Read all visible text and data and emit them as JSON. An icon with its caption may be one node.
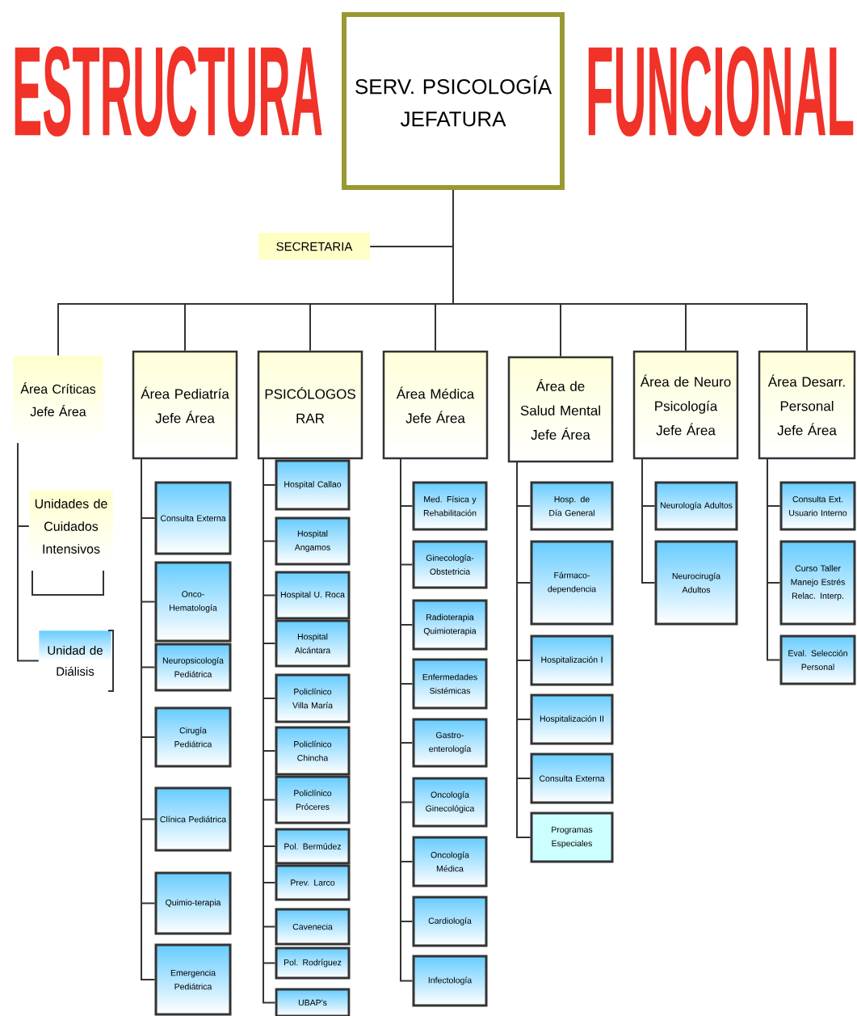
{
  "diagram": {
    "nodes": [
      {
        "text": [
          "SERV. PSICOLOGÍA JEFATURA"
        ]
      },
      {
        "text": [
          "SECRETARIA"
        ]
      },
      {
        "text": [
          "Área Críticas Jefe Área"
        ]
      },
      {
        "text": [
          "Área Pediatría Jefe Área"
        ]
      },
      {
        "text": [
          "PSICÓLOGOS RAR"
        ]
      },
      {
        "text": [
          "Área Médica Jefe Área"
        ]
      },
      {
        "text": [
          "Área de Salud Mental Jefe Área"
        ]
      },
      {
        "text": [
          "Área de Neuro Psicología Jefe Área"
        ]
      },
      {
        "text": [
          "Área Desarr. Personal Jefe Área"
        ]
      },
      {
        "text": [
          "Unidades de Cuidados Intensivos"
        ]
      },
      {
        "text": [
          "Unidad de Diálisis"
        ]
      },
      {
        "text": [
          "Consulta Externa"
        ]
      },
      {
        "text": [
          "Onco-Hematología"
        ]
      },
      {
        "text": [
          "Neuropsicología Pediátrica"
        ]
      },
      {
        "text": [
          "Cirugía Pediátrica"
        ]
      },
      {
        "text": [
          "Clínica Pediátrica"
        ]
      },
      {
        "text": [
          "Quimio-terapia"
        ]
      },
      {
        "text": [
          "Emergencia Pediátrica"
        ]
      },
      {
        "text": [
          "Hospital Callao"
        ]
      },
      {
        "text": [
          "Hospital Angamos"
        ]
      },
      {
        "text": [
          "Hospital U. Roca"
        ]
      },
      {
        "text": [
          "Hospital Alcántara"
        ]
      },
      {
        "text": [
          "Policlínico Villa María"
        ]
      },
      {
        "text": [
          "Policlínico Chincha"
        ]
      },
      {
        "text": [
          "Policlínico Próceres"
        ]
      },
      {
        "text": [
          "Pol. Bermúdez"
        ]
      },
      {
        "text": [
          "Prev. Larco"
        ]
      },
      {
        "text": [
          "Cavenecia"
        ]
      },
      {
        "text": [
          "Pol. Rodríguez"
        ]
      },
      {
        "text": [
          "UBAP's"
        ]
      },
      {
        "text": [
          "Med. Física y Rehabilitación"
        ]
      },
      {
        "text": [
          "Ginecología-Obstetricia"
        ]
      },
      {
        "text": [
          "Radioterapia Quimioterapia"
        ]
      },
      {
        "text": [
          "Enfermedades Sistémicas"
        ]
      },
      {
        "text": [
          "Gastro-enterología"
        ]
      },
      {
        "text": [
          "Oncología Ginecológica"
        ]
      },
      {
        "text": [
          "Oncología Médica"
        ]
      },
      {
        "text": [
          "Cardiología"
        ]
      },
      {
        "text": [
          "Infectología"
        ]
      },
      {
        "text": [
          "Hosp. de Día General"
        ]
      },
      {
        "text": [
          "Fármaco-dependencia"
        ]
      },
      {
        "text": [
          "Hospitalización I"
        ]
      },
      {
        "text": [
          "Hospitalización II"
        ]
      },
      {
        "text": [
          "Consulta Externa"
        ]
      },
      {
        "text": [
          "Programas Especiales"
        ]
      },
      {
        "text": [
          "Neurología Adultos"
        ]
      },
      {
        "text": [
          "Neurocirugía Adultos"
        ]
      },
      {
        "text": [
          "Consulta Ext. Usuario Interno"
        ]
      },
      {
        "text": [
          "Curso Taller Manejo Estrés Relac. Interp."
        ]
      },
      {
        "text": [
          "Eval. Selección Personal"
        ]
      }
    ],
    "edges": [
      {
        "from": 0,
        "to": 1,
        "arrow": "none"
      },
      {
        "from": 0,
        "to": 2,
        "arrow": "none"
      },
      {
        "from": 0,
        "to": 3,
        "arrow": "none"
      },
      {
        "from": 0,
        "to": 4,
        "arrow": "none"
      },
      {
        "from": 0,
        "to": 5,
        "arrow": "none"
      },
      {
        "from": 0,
        "to": 6,
        "arrow": "none"
      },
      {
        "from": 0,
        "to": 7,
        "arrow": "none"
      },
      {
        "from": 0,
        "to": 8,
        "arrow": "none"
      },
      {
        "from": 2,
        "to": 9,
        "arrow": "none"
      },
      {
        "from": 2,
        "to": 10,
        "arrow": "none"
      },
      {
        "from": 3,
        "to": 11,
        "arrow": "none"
      },
      {
        "from": 3,
        "to": 12,
        "arrow": "none"
      },
      {
        "from": 3,
        "to": 13,
        "arrow": "none"
      },
      {
        "from": 3,
        "to": 14,
        "arrow": "none"
      },
      {
        "from": 3,
        "to": 15,
        "arrow": "none"
      },
      {
        "from": 3,
        "to": 16,
        "arrow": "none"
      },
      {
        "from": 3,
        "to": 17,
        "arrow": "none"
      },
      {
        "from": 4,
        "to": 18,
        "arrow": "none"
      },
      {
        "from": 4,
        "to": 19,
        "arrow": "none"
      },
      {
        "from": 4,
        "to": 20,
        "arrow": "none"
      },
      {
        "from": 4,
        "to": 21,
        "arrow": "none"
      },
      {
        "from": 4,
        "to": 22,
        "arrow": "none"
      },
      {
        "from": 4,
        "to": 23,
        "arrow": "none"
      },
      {
        "from": 4,
        "to": 24,
        "arrow": "none"
      },
      {
        "from": 4,
        "to": 25,
        "arrow": "none"
      },
      {
        "from": 4,
        "to": 26,
        "arrow": "none"
      },
      {
        "from": 4,
        "to": 27,
        "arrow": "none"
      },
      {
        "from": 4,
        "to": 28,
        "arrow": "none"
      },
      {
        "from": 4,
        "to": 29,
        "arrow": "none"
      },
      {
        "from": 5,
        "to": 30,
        "arrow": "none"
      },
      {
        "from": 5,
        "to": 31,
        "arrow": "none"
      },
      {
        "from": 5,
        "to": 32,
        "arrow": "none"
      },
      {
        "from": 5,
        "to": 33,
        "arrow": "none"
      },
      {
        "from": 5,
        "to": 34,
        "arrow": "none"
      },
      {
        "from": 5,
        "to": 35,
        "arrow": "none"
      },
      {
        "from": 5,
        "to": 36,
        "arrow": "none"
      },
      {
        "from": 5,
        "to": 37,
        "arrow": "none"
      },
      {
        "from": 5,
        "to": 38,
        "arrow": "none"
      },
      {
        "from": 6,
        "to": 39,
        "arrow": "none"
      },
      {
        "from": 6,
        "to": 40,
        "arrow": "none"
      },
      {
        "from": 6,
        "to": 41,
        "arrow": "none"
      },
      {
        "from": 6,
        "to": 42,
        "arrow": "none"
      },
      {
        "from": 6,
        "to": 43,
        "arrow": "none"
      },
      {
        "from": 6,
        "to": 44,
        "arrow": "none"
      },
      {
        "from": 7,
        "to": 45,
        "arrow": "none"
      },
      {
        "from": 7,
        "to": 46,
        "arrow": "none"
      },
      {
        "from": 8,
        "to": 47,
        "arrow": "none"
      },
      {
        "from": 8,
        "to": 48,
        "arrow": "none"
      },
      {
        "from": 8,
        "to": 49,
        "arrow": "none"
      }
    ],
    "labels": [
      "ESTRUCTURA",
      "FUNCIONAL"
    ]
  }
}
